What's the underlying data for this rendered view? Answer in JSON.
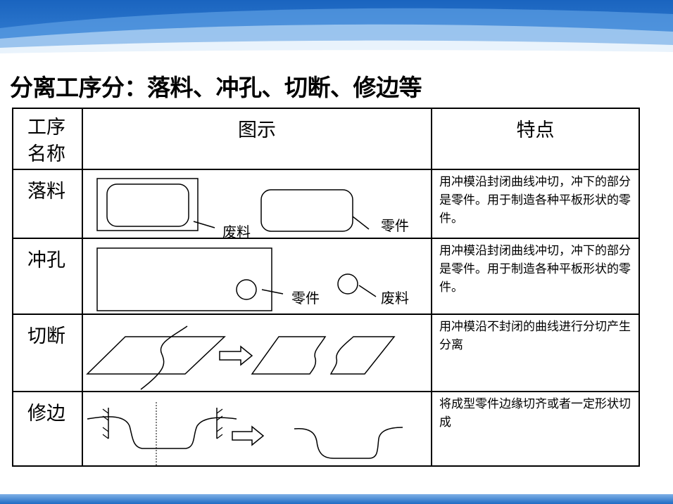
{
  "title": "分离工序分：落料、冲孔、切断、修边等",
  "table": {
    "headers": {
      "name_line1": "工序",
      "name_line2": "名称",
      "figure": "图示",
      "feature": "特点"
    },
    "rows": [
      {
        "name": "落料",
        "labels": [
          "废料",
          "零件"
        ],
        "feature": "用冲模沿封闭曲线冲切，冲下的部分是零件。用于制造各种平板形状的零件。"
      },
      {
        "name": "冲孔",
        "labels": [
          "零件",
          "废料"
        ],
        "feature": "用冲模沿封闭曲线冲切，冲下的部分是零件。用于制造各种平板形状的零件。"
      },
      {
        "name": "切断",
        "labels": [],
        "feature": "用冲模沿不封闭的曲线进行分切产生分离"
      },
      {
        "name": "修边",
        "labels": [],
        "feature": "将成型零件边缘切齐或者一定形状切成"
      }
    ]
  },
  "colors": {
    "banner_dark": "#1f6cc4",
    "banner_light": "#cfe3f7",
    "border": "#000000"
  }
}
